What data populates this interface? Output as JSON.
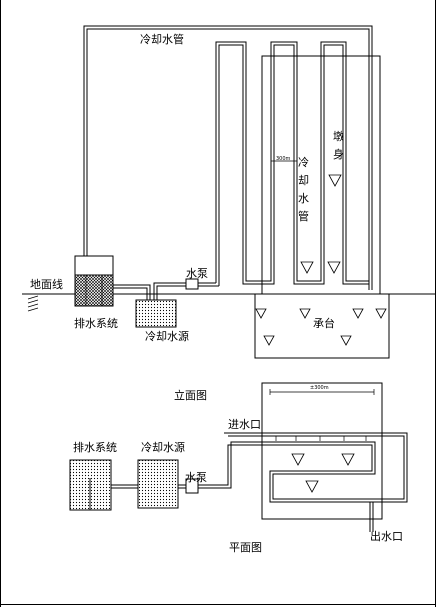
{
  "elevation": {
    "cooling_pipe_label": "冷却水管",
    "pier_label": "墩身",
    "inner_pipe_label": "冷却水管",
    "dim_label": "300m",
    "pump_label": "水泵",
    "ground_label": "地面线",
    "drain_label": "排水系统",
    "source_label": "冷却水源",
    "cap_label": "承台",
    "view_title": "立面图"
  },
  "plan": {
    "dim_label": "±300m",
    "inlet_label": "进水口",
    "drain_label": "排水系统",
    "source_label": "冷却水源",
    "pump_label": "水泵",
    "outlet_label": "出水口",
    "view_title": "平面图"
  }
}
